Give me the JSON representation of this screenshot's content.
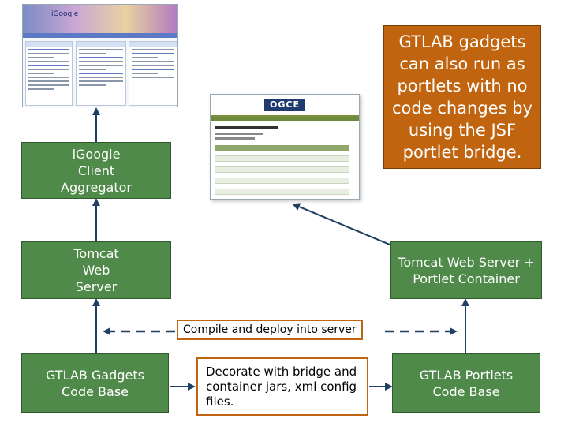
{
  "boxes": {
    "igoogle": "iGoogle Client Aggregator",
    "tomcat_left": "Tomcat Web Server",
    "tomcat_right": "Tomcat Web Server + Portlet Container",
    "gadgets_code": "GTLAB Gadgets Code Base",
    "portlets_code": "GTLAB Portlets Code Base",
    "decorate_note": "Decorate with bridge and container jars, xml config files.",
    "callout": "GTLAB gadgets can also run as portlets with no code changes by using the JSF portlet bridge.",
    "compile_label": "Compile and deploy into server"
  },
  "screenshots": {
    "igoogle_logo": "iGoogle",
    "ogce_logo": "OGCE"
  },
  "colors": {
    "green_box": "#4f8a4a",
    "orange_callout": "#c0640f",
    "arrow": "#1f3f63"
  }
}
